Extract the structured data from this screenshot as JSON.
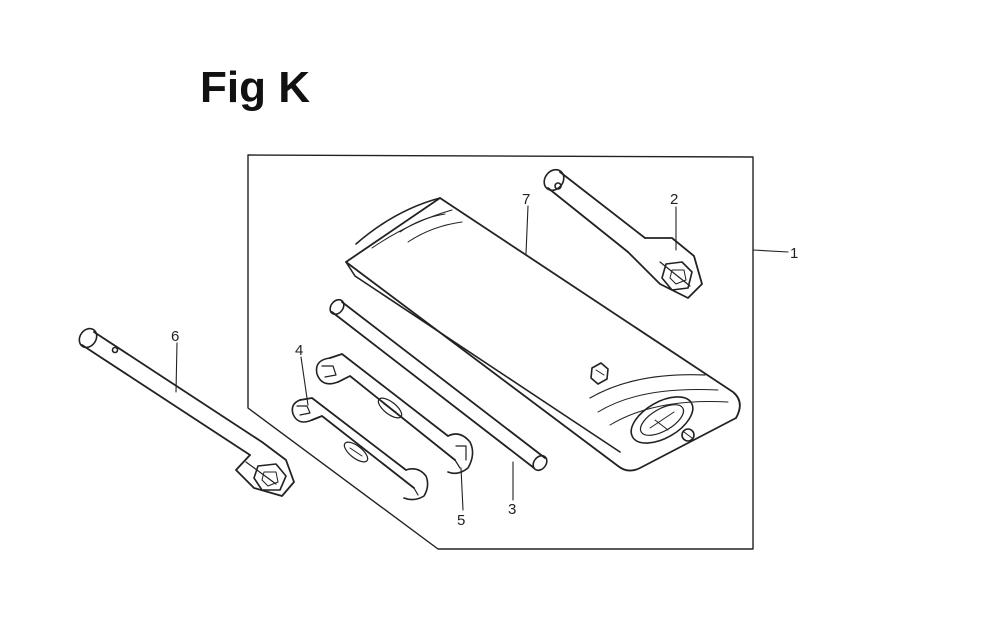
{
  "title": "Fig K",
  "callouts": {
    "c1": "1",
    "c2": "2",
    "c3": "3",
    "c4": "4",
    "c5": "5",
    "c6": "6",
    "c7": "7"
  },
  "colors": {
    "stroke": "#222222",
    "background": "#ffffff"
  }
}
